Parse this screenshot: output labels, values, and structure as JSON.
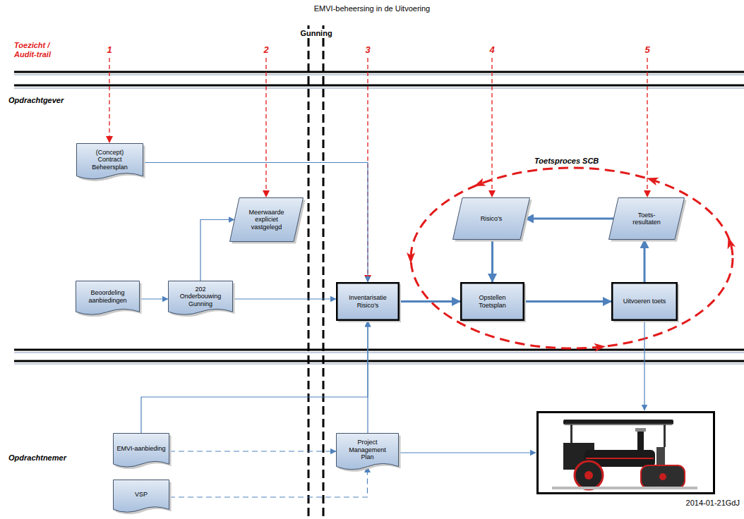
{
  "diagram": {
    "title": "EMVI-beheersing in de Uitvoering",
    "nodes": [
      {
        "text": [
          "(Concept) Contract Beheersplan"
        ]
      },
      {
        "text": [
          "Meerwaarde expliciet vastgelegd"
        ]
      },
      {
        "text": [
          "Beoordeling aanbiedingen"
        ]
      },
      {
        "text": [
          "202 Onderbouwing Gunning"
        ]
      },
      {
        "text": [
          "Inventarisatie Risico's"
        ]
      },
      {
        "text": [
          "Risico's"
        ]
      },
      {
        "text": [
          "Toets- resultaten"
        ]
      },
      {
        "text": [
          "Opstellen Toetsplan"
        ]
      },
      {
        "text": [
          "Uitvoeren toets"
        ]
      },
      {
        "text": [
          "EMVI-aanbieding"
        ]
      },
      {
        "text": [
          "Project Management Plan"
        ]
      },
      {
        "text": [
          "VSP"
        ]
      }
    ],
    "edges": [
      {
        "from": 0,
        "to": 4,
        "arrow": "to"
      },
      {
        "from": 2,
        "to": 3,
        "arrow": "to"
      },
      {
        "from": 3,
        "to": 1,
        "arrow": "to"
      },
      {
        "from": 3,
        "to": 4,
        "arrow": "to"
      },
      {
        "from": 4,
        "to": 7,
        "arrow": "to"
      },
      {
        "from": 5,
        "to": 7,
        "arrow": "to"
      },
      {
        "from": 7,
        "to": 8,
        "arrow": "to"
      },
      {
        "from": 8,
        "to": 6,
        "arrow": "to"
      },
      {
        "from": 6,
        "to": 5,
        "arrow": "to"
      },
      {
        "from": 9,
        "to": 4,
        "arrow": "to"
      },
      {
        "from": 10,
        "to": 4,
        "arrow": "to"
      },
      {
        "from": 9,
        "to": 10,
        "arrow": "to"
      },
      {
        "from": 11,
        "to": 10,
        "arrow": "to"
      }
    ],
    "labels": [
      "Toezicht / Audit-trail",
      "1",
      "2",
      "3",
      "4",
      "5",
      "Gunning",
      "Opdrachtgever",
      "Opdrachtnemer",
      "Toetsproces SCB",
      "2014-01-21GdJ"
    ]
  }
}
